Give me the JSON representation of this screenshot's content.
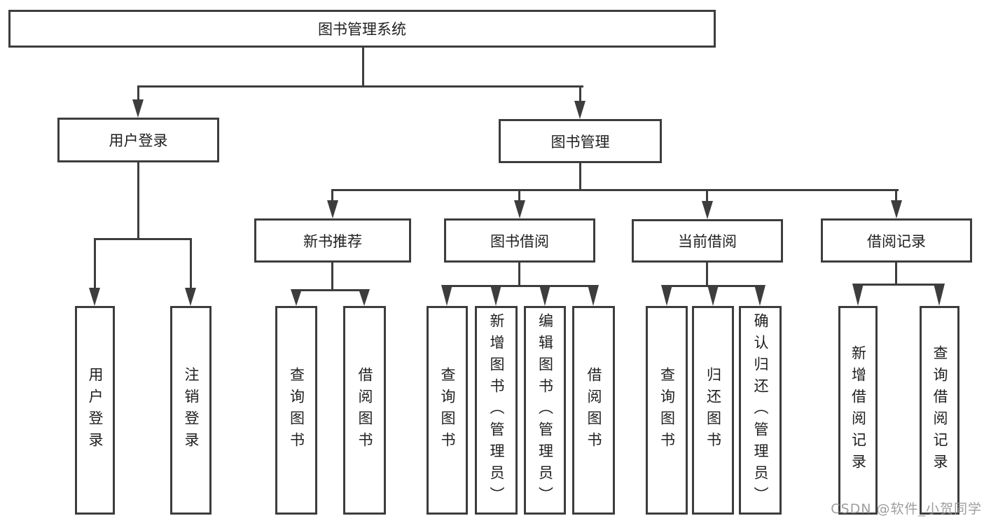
{
  "nodes": {
    "root": {
      "label": "图书管理系统"
    },
    "user_login": {
      "label": "用户登录"
    },
    "book_mgmt": {
      "label": "图书管理"
    },
    "new_book_rec": {
      "label": "新书推荐"
    },
    "book_borrow": {
      "label": "图书借阅"
    },
    "current_borrow": {
      "label": "当前借阅"
    },
    "borrow_records": {
      "label": "借阅记录"
    },
    "leaf_user_login": {
      "label": "用户登录"
    },
    "leaf_logout": {
      "label": "注销登录"
    },
    "leaf_query_book_1": {
      "label": "查询图书"
    },
    "leaf_borrow_book_1": {
      "label": "借阅图书"
    },
    "leaf_query_book_2": {
      "label": "查询图书"
    },
    "leaf_add_book": {
      "label": "新增图书（管理员）"
    },
    "leaf_edit_book": {
      "label": "编辑图书（管理员）"
    },
    "leaf_borrow_book_2": {
      "label": "借阅图书"
    },
    "leaf_query_book_3": {
      "label": "查询图书"
    },
    "leaf_return_book": {
      "label": "归还图书"
    },
    "leaf_confirm_return": {
      "label": "确认归还（管理员）"
    },
    "leaf_add_record": {
      "label": "新增借阅记录"
    },
    "leaf_query_record": {
      "label": "查询借阅记录"
    }
  },
  "hierarchy": {
    "root": [
      "user_login",
      "book_mgmt"
    ],
    "user_login": [
      "leaf_user_login",
      "leaf_logout"
    ],
    "book_mgmt": [
      "new_book_rec",
      "book_borrow",
      "current_borrow",
      "borrow_records"
    ],
    "new_book_rec": [
      "leaf_query_book_1",
      "leaf_borrow_book_1"
    ],
    "book_borrow": [
      "leaf_query_book_2",
      "leaf_add_book",
      "leaf_edit_book",
      "leaf_borrow_book_2"
    ],
    "current_borrow": [
      "leaf_query_book_3",
      "leaf_return_book",
      "leaf_confirm_return"
    ],
    "borrow_records": [
      "leaf_add_record",
      "leaf_query_record"
    ]
  },
  "watermark": {
    "text": "CSDN @软件_小贺同学"
  },
  "colors": {
    "line": "#3d3d3d",
    "text": "#1f1f1f",
    "watermark": "#969696",
    "background": "#ffffff"
  }
}
